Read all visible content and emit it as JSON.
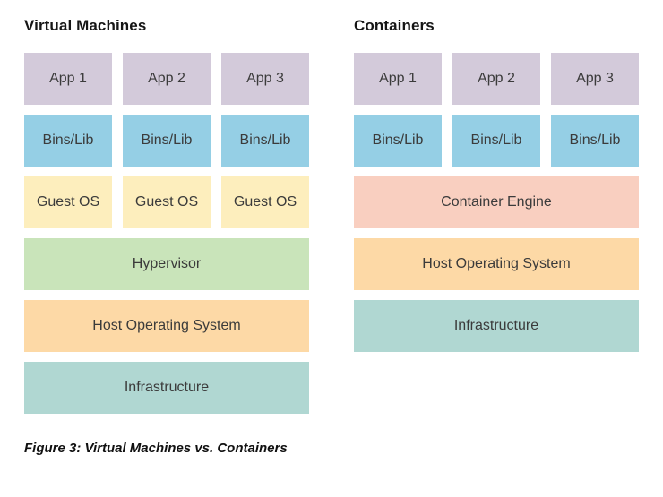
{
  "colors": {
    "app": "#d3cada",
    "bins": "#95cfe5",
    "guest_os": "#fdeebd",
    "hypervisor": "#c9e4ba",
    "host_os": "#fdd9a6",
    "infrastructure": "#b0d7d2",
    "container_engine": "#f9cfc0",
    "box_text": "#3b3b3b",
    "heading_text": "#161616"
  },
  "left_column": {
    "title": "Virtual Machines",
    "rows": [
      {
        "type": "triple",
        "color": "app",
        "cells": [
          "App 1",
          "App 2",
          "App 3"
        ]
      },
      {
        "type": "triple",
        "color": "bins",
        "cells": [
          "Bins/Lib",
          "Bins/Lib",
          "Bins/Lib"
        ]
      },
      {
        "type": "triple",
        "color": "guest_os",
        "cells": [
          "Guest OS",
          "Guest OS",
          "Guest OS"
        ]
      },
      {
        "type": "full",
        "color": "hypervisor",
        "label": "Hypervisor"
      },
      {
        "type": "full",
        "color": "host_os",
        "label": "Host Operating System"
      },
      {
        "type": "full",
        "color": "infrastructure",
        "label": "Infrastructure"
      }
    ]
  },
  "right_column": {
    "title": "Containers",
    "rows": [
      {
        "type": "triple",
        "color": "app",
        "cells": [
          "App 1",
          "App 2",
          "App 3"
        ]
      },
      {
        "type": "triple",
        "color": "bins",
        "cells": [
          "Bins/Lib",
          "Bins/Lib",
          "Bins/Lib"
        ]
      },
      {
        "type": "full",
        "color": "container_engine",
        "label": "Container Engine"
      },
      {
        "type": "full",
        "color": "host_os",
        "label": "Host Operating System"
      },
      {
        "type": "full",
        "color": "infrastructure",
        "label": "Infrastructure"
      }
    ]
  },
  "caption": "Figure 3: Virtual Machines vs. Containers"
}
